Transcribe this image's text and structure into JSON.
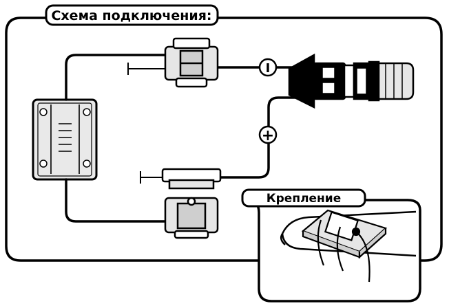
{
  "diagram": {
    "title": "Схема подключения:",
    "mount_label": "Крепление",
    "minus_symbol": "I",
    "plus_symbol": "+",
    "colors": {
      "line": "#000000",
      "background": "#ffffff",
      "connector_fill": "#e6e6e6",
      "resistor_fill": "#e9e9e9"
    }
  }
}
